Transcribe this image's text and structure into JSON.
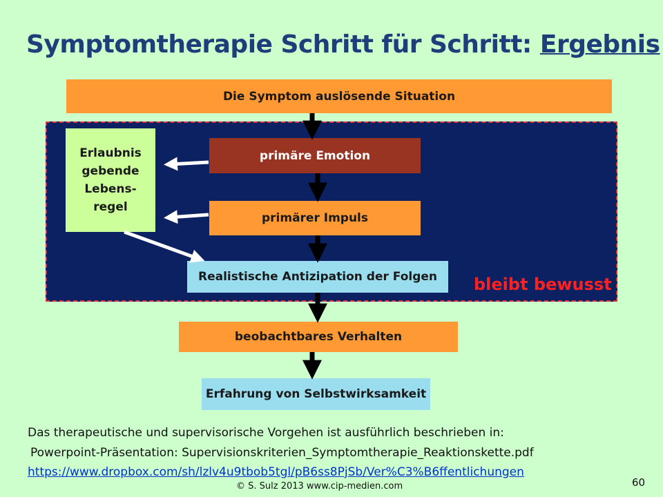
{
  "title": {
    "main": "Symptomtherapie Schritt für Schritt: ",
    "underlined": "Ergebnis"
  },
  "diagram": {
    "situation": "Die Symptom auslösende Situation",
    "rule_box": "Erlaubnis gebende Lebens-regel",
    "rule_lines": [
      "Erlaubnis",
      "gebende",
      "Lebens-",
      "regel"
    ],
    "emotion": "primäre Emotion",
    "impulse": "primärer Impuls",
    "anticipation": "Realistische Antizipation der Folgen",
    "awareness_label": "bleibt bewusst",
    "behavior": "beobachtbares Verhalten",
    "experience": "Erfahrung von Selbstwirksamkeit"
  },
  "reference": {
    "line1": "Das therapeutische und supervisorische Vorgehen ist ausführlich beschrieben in:",
    "line2": "Powerpoint-Präsentation: Supervisionskriterien_Symptomtherapie_Reaktionskette.pdf",
    "link": "https://www.dropbox.com/sh/lzlv4u9tbob5tgl/pB6ss8PjSb/Ver%C3%B6ffentlichungen"
  },
  "footer": {
    "copyright": "© S. Sulz 2013   www.cip-medien.com",
    "page_number": "60"
  },
  "colors": {
    "background": "#ccffcc",
    "title": "#1f3d7a",
    "orange": "#ff9933",
    "dark_red": "#993322",
    "light_blue": "#99ddee",
    "navy": "#0b2162",
    "awareness_red": "#ff2020"
  }
}
